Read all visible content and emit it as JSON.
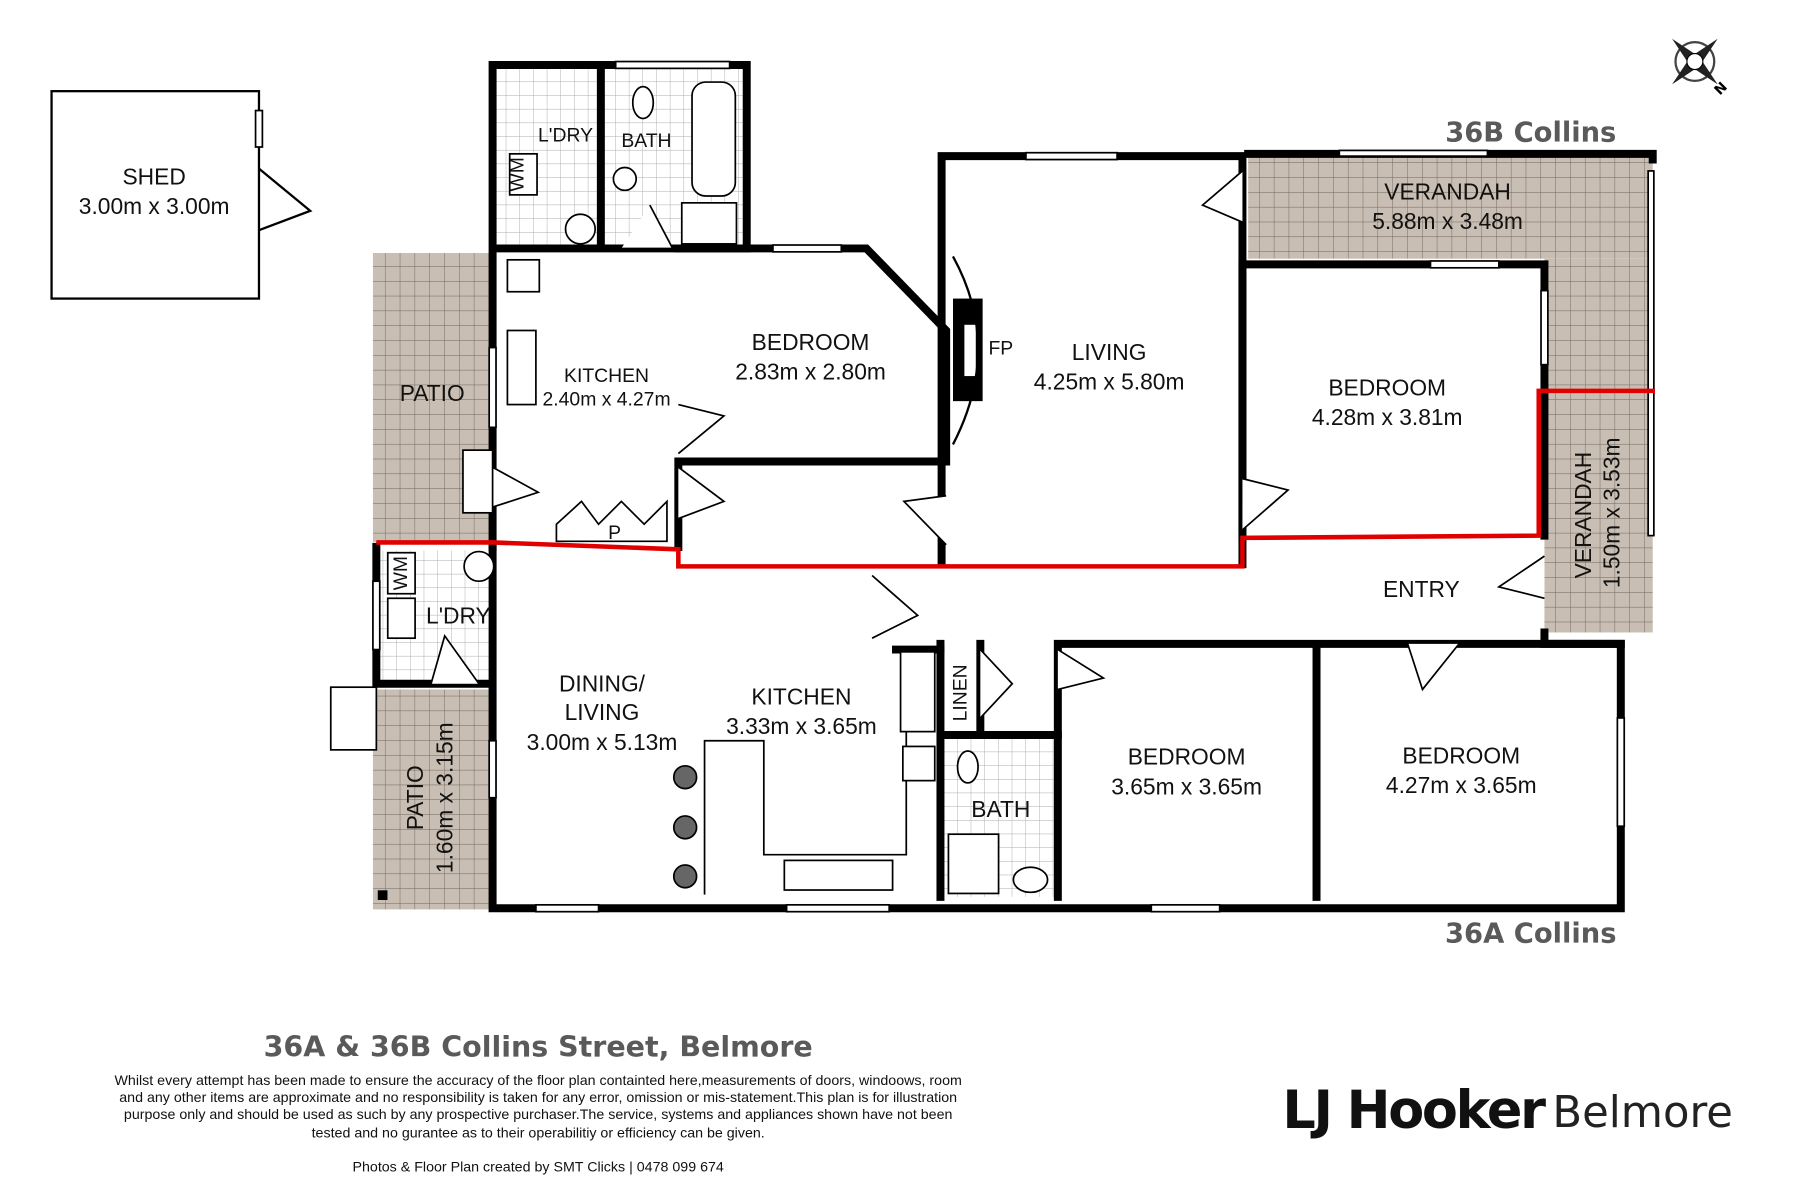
{
  "compass": {
    "north_label": "N"
  },
  "streets": {
    "top": "36B Collins",
    "bottom": "36A Collins"
  },
  "rooms": {
    "shed": {
      "name": "SHED",
      "dims": "3.00m x 3.00m"
    },
    "laundry_upper": {
      "name": "L'DRY"
    },
    "bath_upper": {
      "name": "BATH"
    },
    "wm_upper": "WM",
    "kitchen_upper": {
      "name": "KITCHEN",
      "dims": "2.40m x 4.27m"
    },
    "patio_upper": {
      "name": "PATIO"
    },
    "bedroom_1": {
      "name": "BEDROOM",
      "dims": "2.83m x 2.80m"
    },
    "fireplace": "FP",
    "living": {
      "name": "LIVING",
      "dims": "4.25m x 5.80m"
    },
    "verandah_top": {
      "name": "VERANDAH",
      "dims": "5.88m x 3.48m"
    },
    "bedroom_2": {
      "name": "BEDROOM",
      "dims": "4.28m x 3.81m"
    },
    "verandah_side": {
      "name": "VERANDAH",
      "dims": "1.50m x 3.53m"
    },
    "pantry": "P",
    "entry": {
      "name": "ENTRY"
    },
    "laundry_lower": {
      "name": "L'DRY"
    },
    "wm_lower": "WM",
    "dining_living": {
      "name_line1": "DINING/",
      "name_line2": "LIVING",
      "dims": "3.00m x 5.13m"
    },
    "kitchen_lower": {
      "name": "KITCHEN",
      "dims": "3.33m x 3.65m"
    },
    "linen": "LINEN",
    "bath_lower": {
      "name": "BATH"
    },
    "patio_lower": {
      "name": "PATIO",
      "dims": "1.60m x 3.15m"
    },
    "bedroom_3": {
      "name": "BEDROOM",
      "dims": "3.65m x 3.65m"
    },
    "bedroom_4": {
      "name": "BEDROOM",
      "dims": "4.27m x 3.65m"
    }
  },
  "footer": {
    "title": "36A & 36B Collins Street, Belmore",
    "disclaimer": [
      "Whilst every attempt has been made to ensure the accuracy of the floor plan containted here,measurements of doors, windoows, room",
      "and any other items are approximate and no responsibility is taken for any error, omission or mis-statement.This plan is for illustration",
      "purpose only and should be used as such by any prospective purchaser.The service, systems and appliances shown have not been",
      "tested and no gurantee as to their operabilitiy or efficiency can be given."
    ],
    "credit": "Photos & Floor Plan created by SMT Clicks | 0478 099 674"
  },
  "brand": {
    "name": "LJ Hooker",
    "office": "Belmore"
  },
  "colors": {
    "boundary": "#e00000",
    "outdoor": "#c9beb3",
    "street_text": "#5a5a5a"
  }
}
